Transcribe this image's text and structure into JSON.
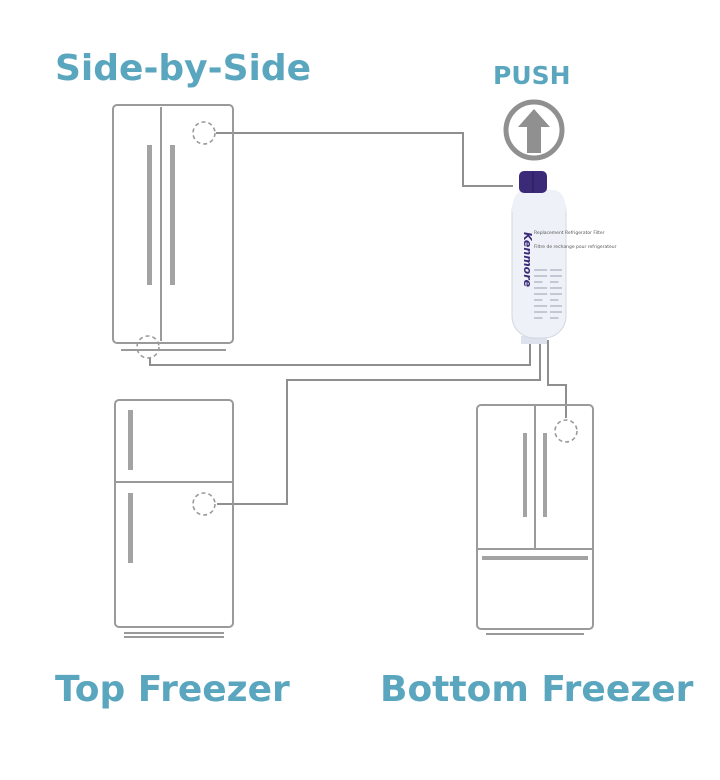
{
  "colors": {
    "heading": "#5aa6bf",
    "outline": "#9a9a9a",
    "handle": "#a3a3a3",
    "connector": "#8f8f8f",
    "push_ring": "#909090",
    "bottle_body": "#eef1f7",
    "bottle_cap": "#3b2a78"
  },
  "labels": {
    "side_by_side": "Side-by-Side",
    "top_freezer": "Top Freezer",
    "bottom_freezer": "Bottom Freezer",
    "push": "PUSH"
  },
  "filter": {
    "brand": "Kenmore",
    "product_line_en": "Replacement Refrigerator Filter",
    "product_line_fr": "Filtre de rechange pour refrigerateur"
  },
  "icons": {
    "push_arrow": "up-arrow-icon",
    "filter_location_marker": "dashed-circle-icon"
  }
}
